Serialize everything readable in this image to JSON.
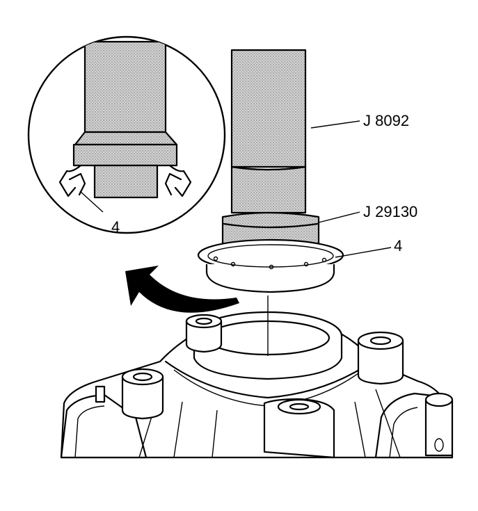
{
  "labels": {
    "tool_handle": "J 8092",
    "tool_installer": "J 29130",
    "part_seal": "4",
    "detail_seal": "4"
  }
}
